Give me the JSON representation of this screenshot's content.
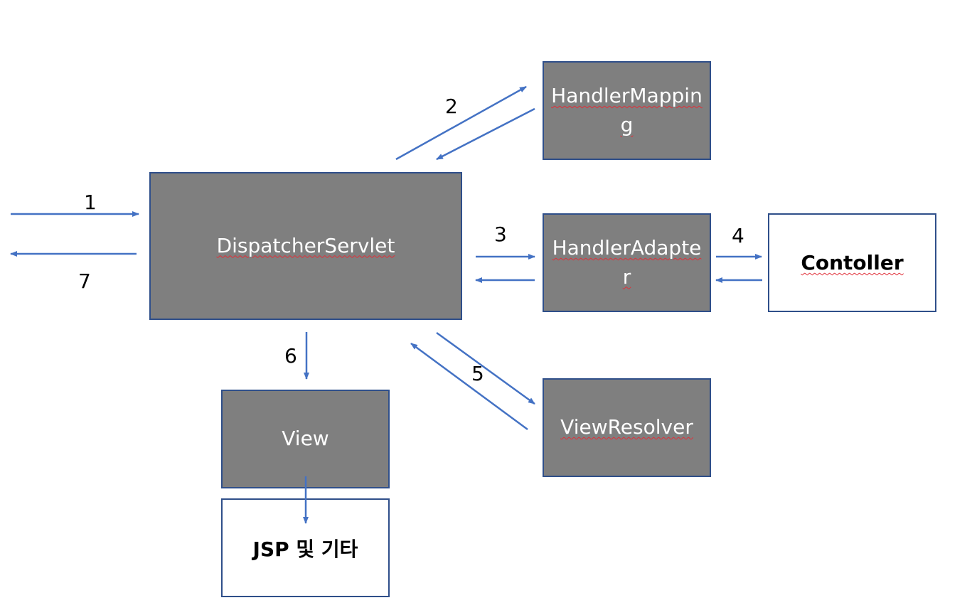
{
  "nodes": {
    "dispatcher": "DispatcherServlet",
    "handler_mapping": "HandlerMapping",
    "handler_adapter": "HandlerAdapter",
    "controller": "Contoller",
    "view_resolver": "ViewResolver",
    "view": "View",
    "jsp": "JSP 및 기타"
  },
  "steps": {
    "s1": "1",
    "s2": "2",
    "s3": "3",
    "s4": "4",
    "s5": "5",
    "s6": "6",
    "s7": "7"
  },
  "colors": {
    "node_fill": "#7f7f7f",
    "node_border": "#2f4f8a",
    "arrow": "#4472c4",
    "spellcheck_underline": "#e0303a"
  }
}
